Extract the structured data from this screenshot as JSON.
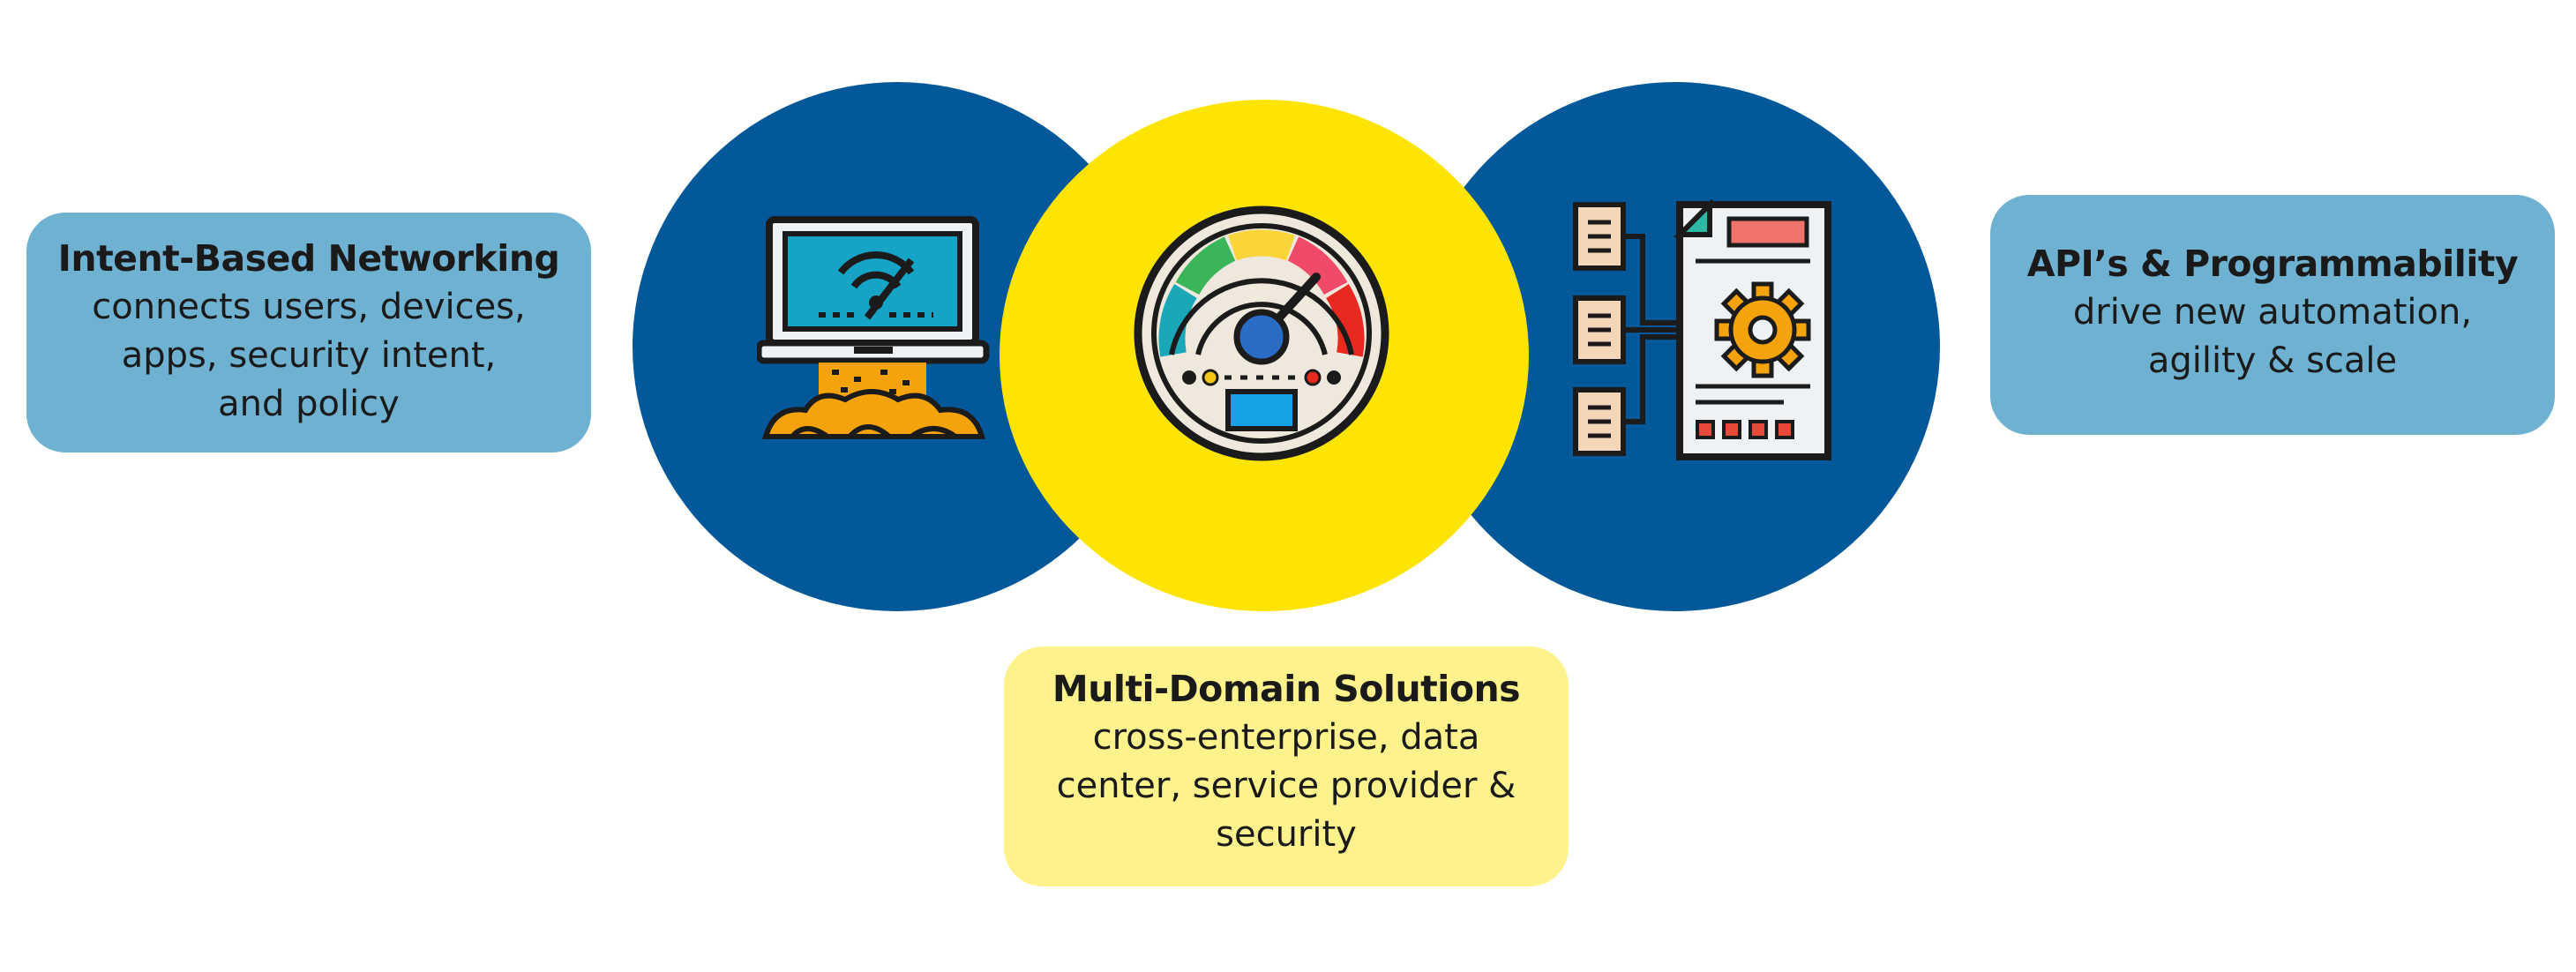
{
  "diagram": {
    "left": {
      "title": "Intent-Based Networking",
      "lines": [
        "connects users, devices,",
        "apps, security intent,",
        "and policy"
      ],
      "icon": "laptop-wifi-icon"
    },
    "center": {
      "title": "Multi-Domain Solutions",
      "lines": [
        "cross-enterprise, data",
        "center, service provider &",
        "security"
      ],
      "icon": "speedometer-icon"
    },
    "right": {
      "title": "API’s & Programmability",
      "lines": [
        "drive new automation,",
        "agility & scale"
      ],
      "icon": "document-gear-icon"
    }
  },
  "colors": {
    "circle_blue": "#03589a",
    "circle_yellow": "#fde402",
    "box_blue": "#6eb1d1",
    "box_yellow": "#fdf28c"
  }
}
